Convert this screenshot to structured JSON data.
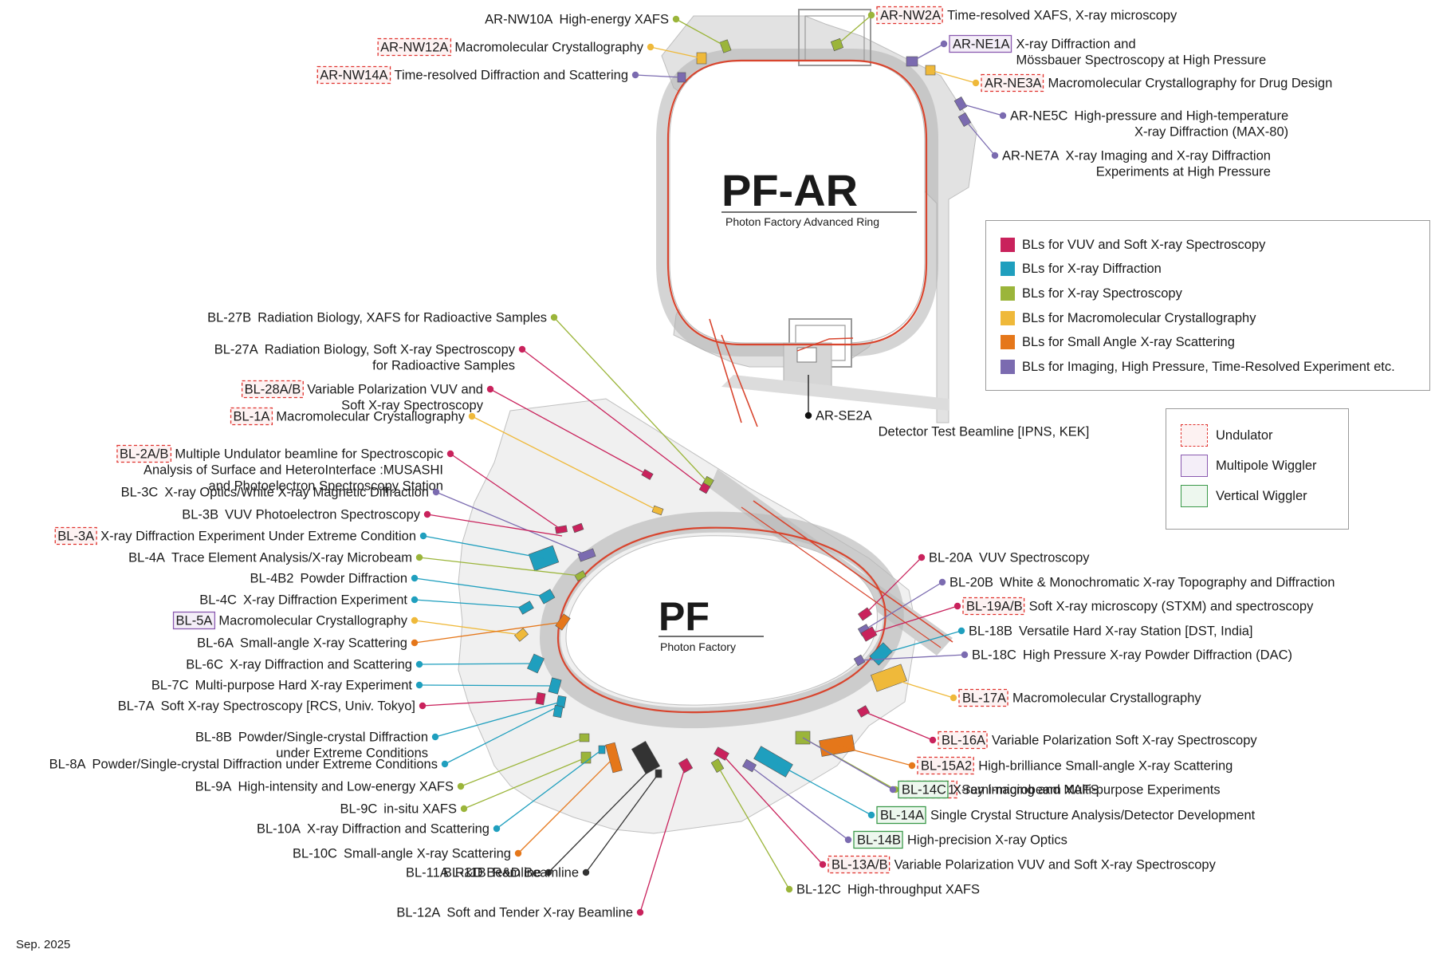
{
  "colors": {
    "vuv": "#c9225c",
    "diffraction": "#1f9fbe",
    "spectroscopy": "#9bb53a",
    "mx": "#efb93a",
    "saxs": "#e5771a",
    "imaging": "#7b6bb0",
    "rd": "#333333",
    "ring": "#d8452e",
    "hall": "#d0d0d0"
  },
  "rings": {
    "pfar": {
      "title": "PF-AR",
      "subtitle": "Photon Factory Advanced Ring"
    },
    "pf": {
      "title": "PF",
      "subtitle": "Photon Factory"
    }
  },
  "legend_categories": {
    "items": [
      {
        "label": "BLs for VUV and Soft X-ray Spectroscopy",
        "color": "#c9225c"
      },
      {
        "label": "BLs for X-ray Diffraction",
        "color": "#1f9fbe"
      },
      {
        "label": "BLs for X-ray Spectroscopy",
        "color": "#9bb53a"
      },
      {
        "label": "BLs for Macromolecular Crystallography",
        "color": "#efb93a"
      },
      {
        "label": "BLs for Small Angle X-ray Scattering",
        "color": "#e5771a"
      },
      {
        "label": "BLs for Imaging, High Pressure, Time-Resolved Experiment etc.",
        "color": "#7b6bb0"
      }
    ]
  },
  "legend_types": {
    "items": [
      {
        "label": "Undulator",
        "type": "undulator"
      },
      {
        "label": "Multipole Wiggler",
        "type": "wiggler"
      },
      {
        "label": "Vertical Wiggler",
        "type": "vertical"
      }
    ]
  },
  "beamlines": [
    {
      "id": "AR-NW10A",
      "desc": "High-energy XAFS",
      "color": "#9bb53a",
      "box": "none"
    },
    {
      "id": "AR-NW12A",
      "desc": "Macromolecular Crystallography",
      "color": "#efb93a",
      "box": "undulator"
    },
    {
      "id": "AR-NW14A",
      "desc": "Time-resolved Diffraction and Scattering",
      "color": "#7b6bb0",
      "box": "undulator"
    },
    {
      "id": "AR-NW2A",
      "desc": "Time-resolved XAFS, X-ray microscopy",
      "color": "#9bb53a",
      "box": "undulator"
    },
    {
      "id": "AR-NE1A",
      "desc": "X-ray Diffraction and",
      "desc2": "Mössbauer Spectroscopy at High Pressure",
      "color": "#7b6bb0",
      "box": "wiggler"
    },
    {
      "id": "AR-NE3A",
      "desc": "Macromolecular Crystallography for Drug Design",
      "color": "#efb93a",
      "box": "undulator"
    },
    {
      "id": "AR-NE5C",
      "desc": "High-pressure and High-temperature",
      "desc2": "X-ray Diffraction (MAX-80)",
      "color": "#7b6bb0",
      "box": "none"
    },
    {
      "id": "AR-NE7A",
      "desc": "X-ray Imaging and X-ray Diffraction",
      "desc2": "Experiments at High Pressure",
      "color": "#7b6bb0",
      "box": "none"
    },
    {
      "id": "AR-SE2A",
      "desc": "",
      "desc2": "Detector Test Beamline [IPNS, KEK]",
      "color": "#111111",
      "box": "none"
    },
    {
      "id": "BL-27B",
      "desc": "Radiation Biology, XAFS for Radioactive Samples",
      "color": "#9bb53a",
      "box": "none"
    },
    {
      "id": "BL-27A",
      "desc": "Radiation Biology, Soft X-ray Spectroscopy",
      "desc2": "for Radioactive Samples",
      "color": "#c9225c",
      "box": "none"
    },
    {
      "id": "BL-28A/B",
      "desc": "Variable Polarization VUV and",
      "desc2": "Soft X-ray Spectroscopy",
      "color": "#c9225c",
      "box": "undulator"
    },
    {
      "id": "BL-1A",
      "desc": "Macromolecular Crystallography",
      "color": "#efb93a",
      "box": "undulator"
    },
    {
      "id": "BL-2A/B",
      "desc": "Multiple Undulator beamline for Spectroscopic",
      "desc2": "Analysis of Surface and HeteroInterface :MUSASHI",
      "desc3": "and Photoelectron Spectroscopy Station",
      "color": "#c9225c",
      "box": "undulator"
    },
    {
      "id": "BL-3C",
      "desc": "X-ray Optics/White X-ray Magnetic Diffraction",
      "color": "#7b6bb0",
      "box": "none"
    },
    {
      "id": "BL-3B",
      "desc": "VUV Photoelectron Spectroscopy",
      "color": "#c9225c",
      "box": "none"
    },
    {
      "id": "BL-3A",
      "desc": "X-ray Diffraction Experiment Under Extreme Condition",
      "color": "#1f9fbe",
      "box": "undulator"
    },
    {
      "id": "BL-4A",
      "desc": "Trace Element Analysis/X-ray Microbeam",
      "color": "#9bb53a",
      "box": "none"
    },
    {
      "id": "BL-4B2",
      "desc": "Powder Diffraction",
      "color": "#1f9fbe",
      "box": "none"
    },
    {
      "id": "BL-4C",
      "desc": "X-ray Diffraction Experiment",
      "color": "#1f9fbe",
      "box": "none"
    },
    {
      "id": "BL-5A",
      "desc": "Macromolecular Crystallography",
      "color": "#efb93a",
      "box": "wiggler"
    },
    {
      "id": "BL-6A",
      "desc": "Small-angle X-ray Scattering",
      "color": "#e5771a",
      "box": "none"
    },
    {
      "id": "BL-6C",
      "desc": "X-ray Diffraction and Scattering",
      "color": "#1f9fbe",
      "box": "none"
    },
    {
      "id": "BL-7C",
      "desc": "Multi-purpose Hard X-ray Experiment",
      "color": "#1f9fbe",
      "box": "none"
    },
    {
      "id": "BL-7A",
      "desc": "Soft X-ray Spectroscopy [RCS, Univ. Tokyo]",
      "color": "#c9225c",
      "box": "none"
    },
    {
      "id": "BL-8B",
      "desc": "Powder/Single-crystal Diffraction",
      "desc2": "under Extreme Conditions",
      "color": "#1f9fbe",
      "box": "none"
    },
    {
      "id": "BL-8A",
      "desc": "Powder/Single-crystal Diffraction under Extreme Conditions",
      "color": "#1f9fbe",
      "box": "none"
    },
    {
      "id": "BL-9A",
      "desc": "High-intensity and Low-energy XAFS",
      "color": "#9bb53a",
      "box": "none"
    },
    {
      "id": "BL-9C",
      "desc": "in-situ XAFS",
      "color": "#9bb53a",
      "box": "none"
    },
    {
      "id": "BL-10A",
      "desc": "X-ray Diffraction and Scattering",
      "color": "#1f9fbe",
      "box": "none"
    },
    {
      "id": "BL-10C",
      "desc": "Small-angle X-ray Scattering",
      "color": "#e5771a",
      "box": "none"
    },
    {
      "id": "BL-11A",
      "desc": "R&D Beamline",
      "color": "#333333",
      "box": "none"
    },
    {
      "id": "BL-11B",
      "desc": "R&D Beamline",
      "color": "#333333",
      "box": "none"
    },
    {
      "id": "BL-12A",
      "desc": "Soft and Tender X-ray Beamline",
      "color": "#c9225c",
      "box": "none"
    },
    {
      "id": "BL-20A",
      "desc": "VUV Spectroscopy",
      "color": "#c9225c",
      "box": "none"
    },
    {
      "id": "BL-20B",
      "desc": "White & Monochromatic X-ray Topography and Diffraction",
      "color": "#7b6bb0",
      "box": "none"
    },
    {
      "id": "BL-19A/B",
      "desc": "Soft X-ray microscopy (STXM) and spectroscopy",
      "color": "#c9225c",
      "box": "undulator"
    },
    {
      "id": "BL-18B",
      "desc": "Versatile Hard X-ray Station [DST, India]",
      "color": "#1f9fbe",
      "box": "none"
    },
    {
      "id": "BL-18C",
      "desc": "High Pressure X-ray Powder Diffraction (DAC)",
      "color": "#7b6bb0",
      "box": "none"
    },
    {
      "id": "BL-17A",
      "desc": "Macromolecular Crystallography",
      "color": "#efb93a",
      "box": "undulator"
    },
    {
      "id": "BL-16A",
      "desc": "Variable Polarization Soft X-ray Spectroscopy",
      "color": "#c9225c",
      "box": "undulator"
    },
    {
      "id": "BL-15A2",
      "desc": "High-brilliance Small-angle X-ray Scattering",
      "color": "#e5771a",
      "box": "undulator"
    },
    {
      "id": "BL-15A1",
      "desc": "Semi-microbeam XAFS",
      "color": "#9bb53a",
      "box": "undulator"
    },
    {
      "id": "BL-14C",
      "desc": "X-ray Imaging and Multi-purpose Experiments",
      "color": "#7b6bb0",
      "box": "vertical"
    },
    {
      "id": "BL-14A",
      "desc": "Single Crystal Structure Analysis/Detector Development",
      "color": "#1f9fbe",
      "box": "vertical"
    },
    {
      "id": "BL-14B",
      "desc": "High-precision X-ray Optics",
      "color": "#7b6bb0",
      "box": "vertical"
    },
    {
      "id": "BL-13A/B",
      "desc": "Variable Polarization VUV and Soft X-ray Spectroscopy",
      "color": "#c9225c",
      "box": "undulator"
    },
    {
      "id": "BL-12C",
      "desc": "High-throughput XAFS",
      "color": "#9bb53a",
      "box": "none"
    }
  ],
  "date": "Sep. 2025"
}
